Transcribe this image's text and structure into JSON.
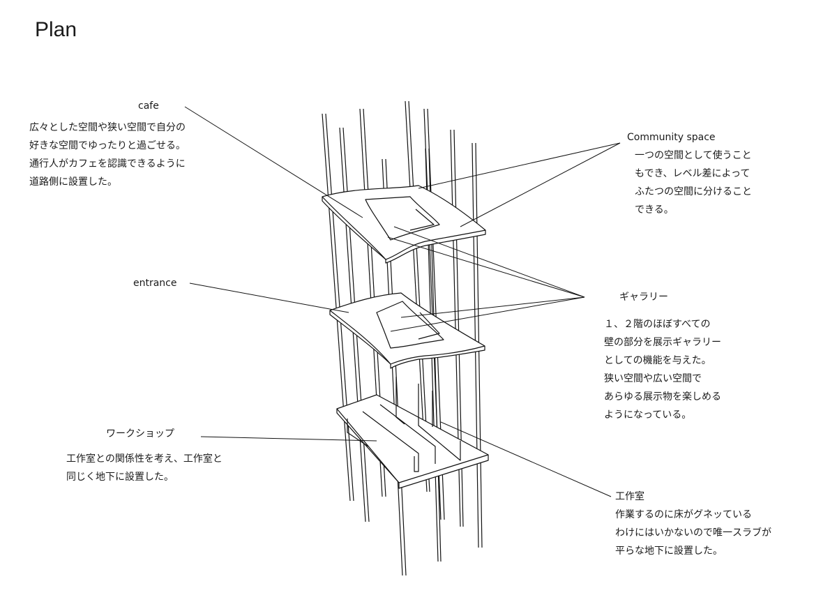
{
  "title": "Plan",
  "labels": {
    "cafe": {
      "heading": "cafe",
      "lines": [
        "広々とした空間や狭い空間で自分の",
        "好きな空間でゆったりと過ごせる。",
        "通行人がカフェを認識できるように",
        "道路側に設置した。"
      ]
    },
    "community": {
      "heading": "Community space",
      "lines": [
        "一つの空間として使うこと",
        "もでき、レベル差によって",
        "ふたつの空間に分けること",
        "できる。"
      ]
    },
    "entrance": {
      "heading": "entrance"
    },
    "gallery": {
      "heading": "ギャラリー",
      "lines": [
        "１、２階のほぼすべての",
        "壁の部分を展示ギャラリー",
        "としての機能を与えた。",
        "狭い空間や広い空間で",
        "あらゆる展示物を楽しめる",
        "ようになっている。"
      ]
    },
    "workshop": {
      "heading": "ワークショップ",
      "lines": [
        "工作室との関係性を考え、工作室と",
        "同じく地下に設置した。"
      ]
    },
    "studio": {
      "heading": "工作室",
      "lines": [
        "作業するのに床がグネッている",
        "わけにはいかないので唯一スラブが",
        "平らな地下に設置した。"
      ]
    }
  }
}
